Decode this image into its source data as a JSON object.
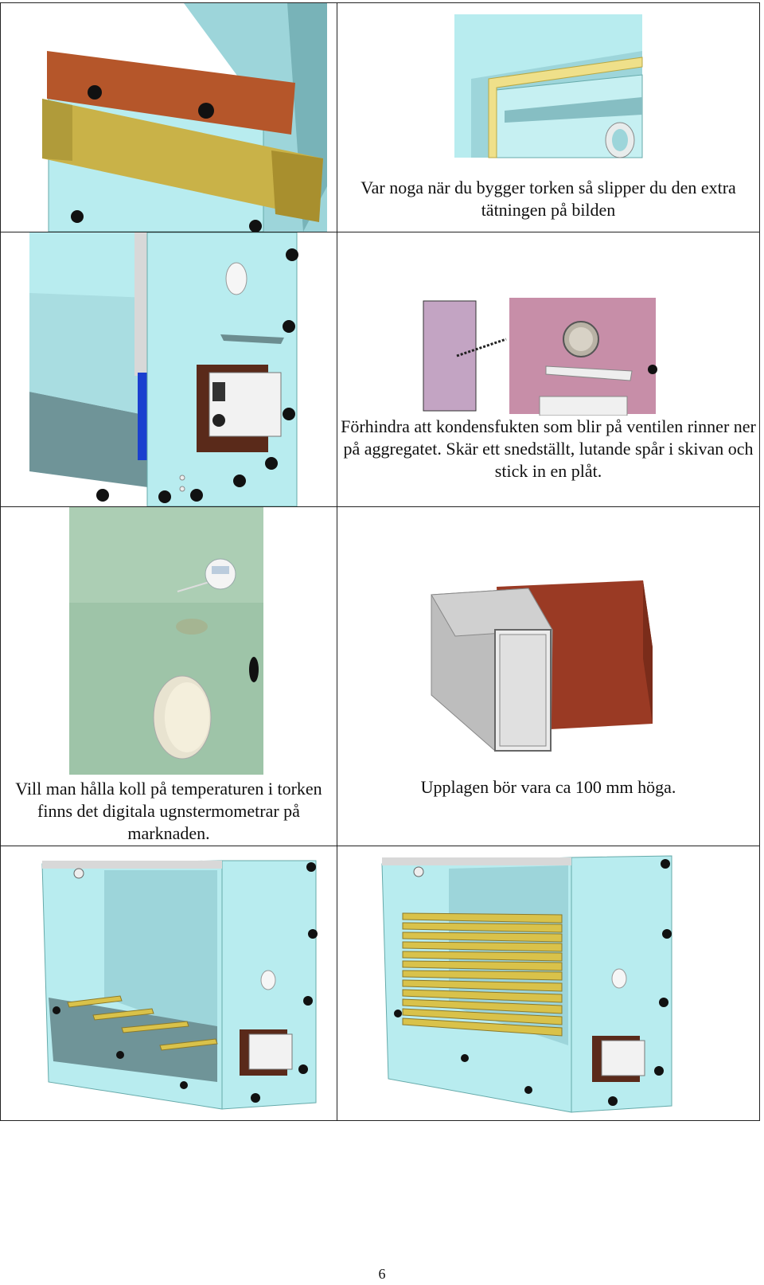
{
  "captions": {
    "r1_right": "Var noga när du bygger torken så slipper du den extra tätningen på bilden",
    "r2_right": "Förhindra att kondensfukten som blir på ventilen rinner ner på aggregatet. Skär ett snedställt, lutande spår i skivan och stick in en plåt.",
    "r3_left": "Vill man hålla koll på temperaturen i torken finns det digitala ugnstermometrar på marknaden.",
    "r3_right": "Upplagen bör vara ca 100 mm höga."
  },
  "page_number": "6",
  "colors": {
    "board_light": "#b8ecef",
    "board_mid": "#9dd5da",
    "board_dark": "#78b3b8",
    "shelf_wood": "#d9c24a",
    "frame_wood": "#b5562a",
    "bolt": "#111111",
    "pink_board": "#c89ab0",
    "green_wall": "#9ec4a8",
    "brick_red": "#9a3a24"
  }
}
